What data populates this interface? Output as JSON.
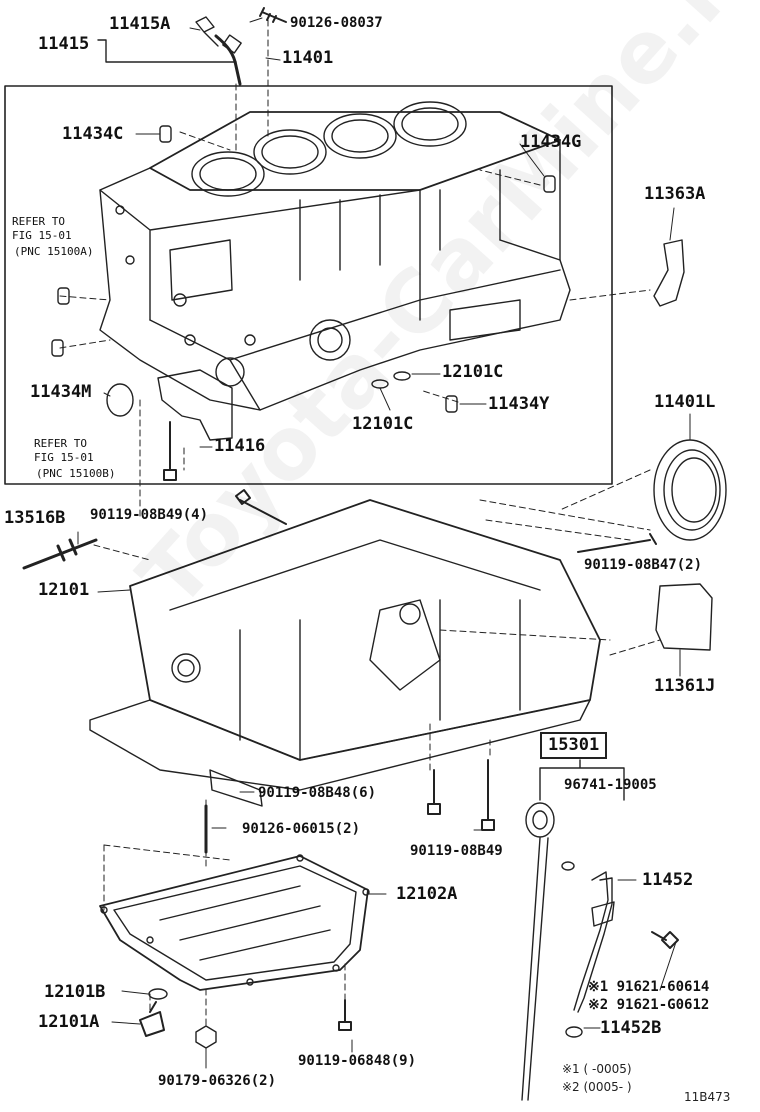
{
  "watermark": "Toyota-CarMine.ru",
  "labels": {
    "p11415A": "11415A",
    "p11415": "11415",
    "p90126_08037": "90126-08037",
    "p11401": "11401",
    "p11434C": "11434C",
    "p11434G": "11434G",
    "ref1": [
      "REFER TO",
      "FIG 15-01",
      "(PNC 15100A)"
    ],
    "p11363A": "11363A",
    "p11434M": "11434M",
    "p12101C_a": "12101C",
    "p11434Y": "11434Y",
    "p12101C_b": "12101C",
    "ref2": [
      "REFER TO",
      "FIG 15-01",
      "(PNC 15100B)"
    ],
    "p11416": "11416",
    "p11401L": "11401L",
    "p13516B": "13516B",
    "p90119_08B49_4": "90119-08B49(4)",
    "p90119_08B47_2": "90119-08B47(2)",
    "p12101": "12101",
    "p11361J": "11361J",
    "p15301": "15301",
    "p96741_19005": "96741-19005",
    "p90119_08B48_6": "90119-08B48(6)",
    "p90126_06015_2": "90126-06015(2)",
    "p90119_08B49": "90119-08B49",
    "p11452": "11452",
    "p12102A": "12102A",
    "p91621_60614": "※1 91621-60614",
    "p91621_G0612": "※2 91621-G0612",
    "p12101B": "12101B",
    "p11452B": "11452B",
    "p12101A": "12101A",
    "p90119_06848_9": "90119-06848(9)",
    "p90179_06326_2": "90179-06326(2)"
  },
  "notes": {
    "n1": "※1 (      -0005)",
    "n2": "※2 (0005-      )",
    "code": "11B473"
  }
}
